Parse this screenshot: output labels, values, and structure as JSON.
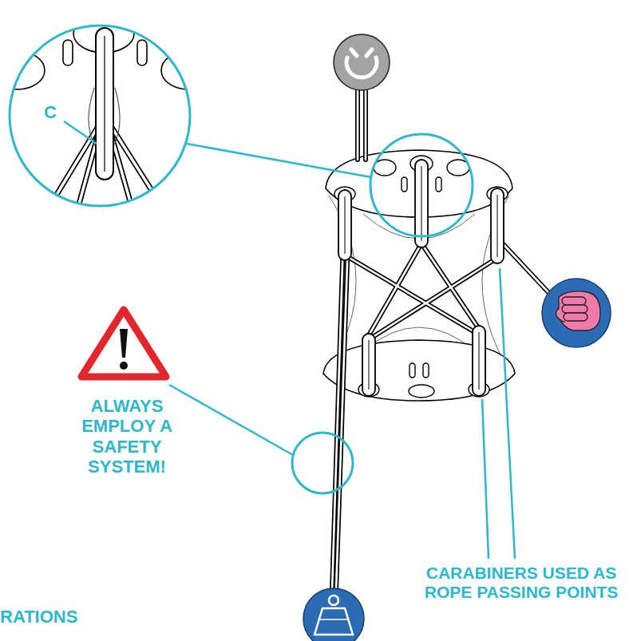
{
  "diagram": {
    "labels": [
      "C",
      "ALWAYS EMPLOY A SAFETY SYSTEM!",
      "CARABINERS USED AS ROPE PASSING POINTS",
      "RATIONS"
    ]
  }
}
